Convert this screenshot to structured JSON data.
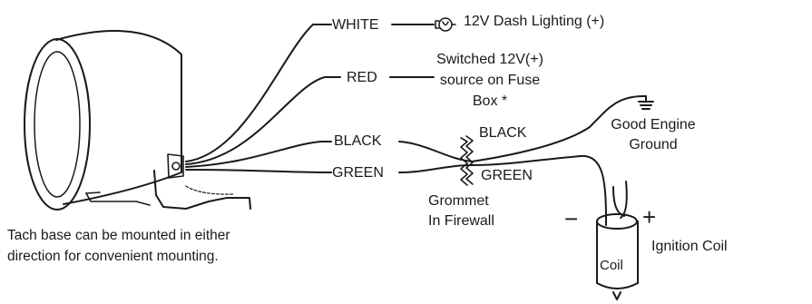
{
  "wires": {
    "white": "WHITE",
    "red": "RED",
    "black": "BLACK",
    "green": "GREEN",
    "black_after": "BLACK",
    "green_after": "GREEN"
  },
  "targets": {
    "dash_lighting": "12V Dash Lighting (+)",
    "switched_source": [
      "Switched 12V(+)",
      "source on Fuse",
      "Box *"
    ],
    "ground": [
      "Good Engine",
      "Ground"
    ],
    "grommet": [
      "Grommet",
      "In Firewall"
    ],
    "coil_label": "Coil",
    "ignition_coil": "Ignition Coil",
    "minus": "−",
    "plus": "+"
  },
  "note": [
    "Tach base can be mounted in either",
    "direction for convenient mounting."
  ],
  "icons": [
    "gauge-icon",
    "bulb-icon",
    "ground-symbol-icon",
    "grommet-icon",
    "ignition-coil-icon"
  ]
}
